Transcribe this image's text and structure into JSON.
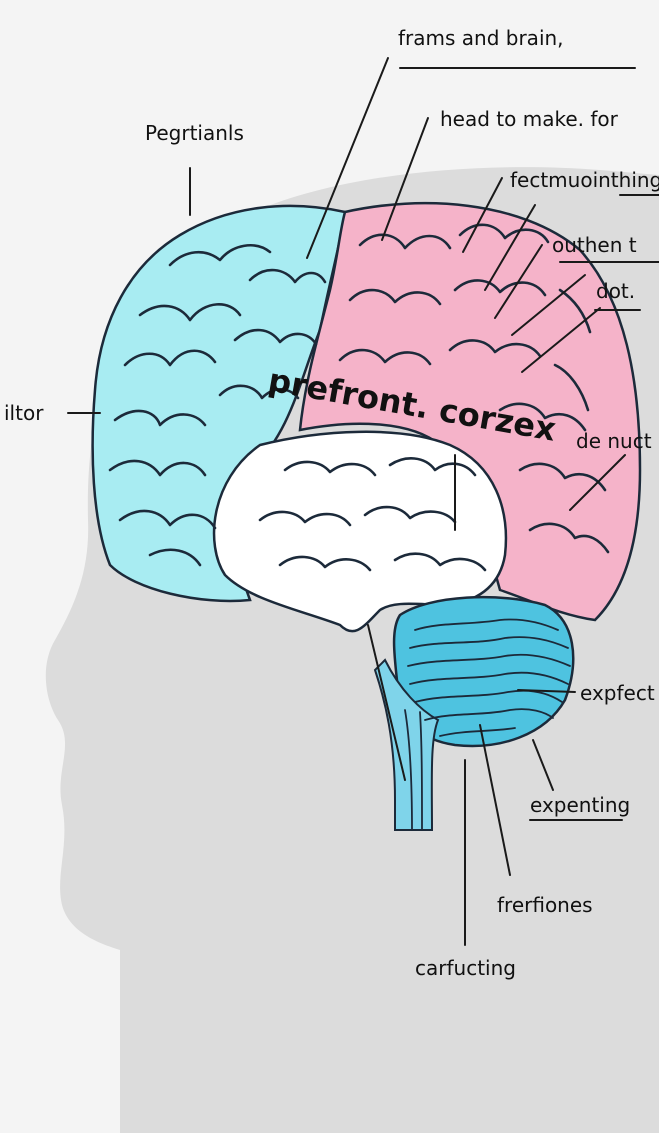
{
  "labels": {
    "top_title": "frams and brain,",
    "pegrtianls": "Pegrtianls",
    "head_to_make": "head to make. for",
    "fectmuointhing": "fectmuointhing",
    "outhen": "outhen t",
    "dot": "dot.",
    "iltor": "iltor",
    "prefront_corzex": "prefront. corzex",
    "de_nuct": "de nuct",
    "expfect": "expfect",
    "expenting": "expenting",
    "frerfiones": "frerfiones",
    "carfucting": "carfucting"
  },
  "colors": {
    "background": "#f4f4f4",
    "head_silhouette": "#d9d9d9",
    "occipital_region": "#a8ecf2",
    "frontal_region": "#f5b3c9",
    "inner_brain": "#ffffff",
    "cerebellum": "#4ec3e0",
    "brainstem": "#7fd4ea",
    "outline": "#1c2a3a"
  }
}
